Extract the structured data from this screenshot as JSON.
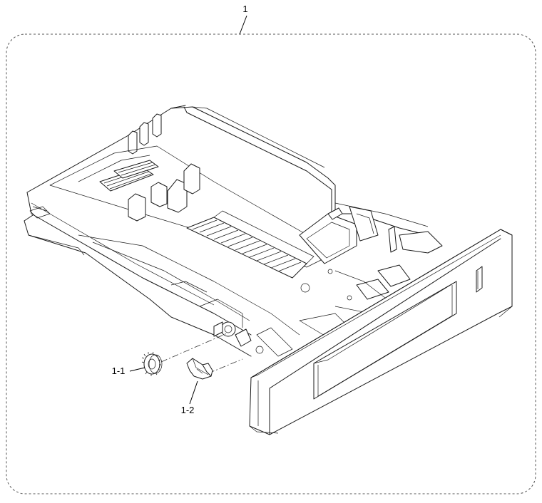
{
  "callouts": {
    "assembly": "1",
    "gear": "1-1",
    "lever": "1-2"
  },
  "colors": {
    "line": "#1a1a1a",
    "border": "#555555",
    "background": "#ffffff"
  }
}
